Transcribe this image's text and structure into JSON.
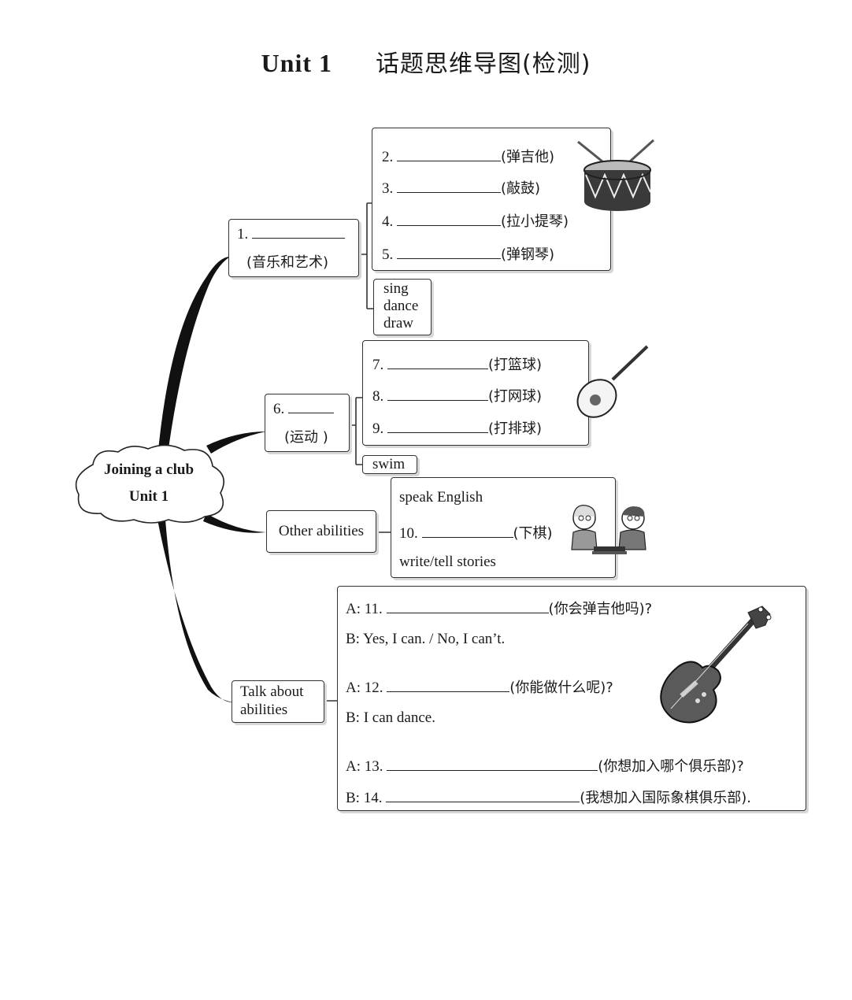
{
  "title": {
    "unit": "Unit 1",
    "cn": "话题思维导图(检测)"
  },
  "center": {
    "line1": "Joining a club",
    "line2": "Unit 1"
  },
  "music": {
    "num": "1.",
    "cn": "(音乐和艺术)",
    "items": [
      {
        "num": "2.",
        "cn": "(弹吉他)"
      },
      {
        "num": "3.",
        "cn": "(敲鼓)"
      },
      {
        "num": "4.",
        "cn": "(拉小提琴)"
      },
      {
        "num": "5.",
        "cn": "(弹钢琴)"
      }
    ],
    "extra": [
      "sing",
      "dance",
      "draw"
    ]
  },
  "sports": {
    "num": "6.",
    "cn": "(运动 )",
    "items": [
      {
        "num": "7.",
        "cn": "(打篮球)"
      },
      {
        "num": "8.",
        "cn": "(打网球)"
      },
      {
        "num": "9.",
        "cn": "(打排球)"
      }
    ],
    "extra": "swim"
  },
  "other": {
    "label": "Other abilities",
    "line1": "speak English",
    "line2_num": "10.",
    "line2_cn": "(下棋)",
    "line3": "write/tell stories"
  },
  "talk": {
    "label_line1": "Talk about",
    "label_line2": "abilities",
    "lines": [
      {
        "prefix": "A: 11.",
        "cn": "(你会弹吉他吗)?"
      },
      {
        "prefix": "B: Yes, I can. / No, I can’t.",
        "cn": ""
      },
      {
        "prefix": "A: 12.",
        "cn": "(你能做什么呢)?"
      },
      {
        "prefix": "B: I can dance.",
        "cn": ""
      },
      {
        "prefix": "A: 13.",
        "cn": "(你想加入哪个俱乐部)?"
      },
      {
        "prefix": "B: 14.",
        "cn": "(我想加入国际象棋俱乐部)."
      }
    ]
  }
}
